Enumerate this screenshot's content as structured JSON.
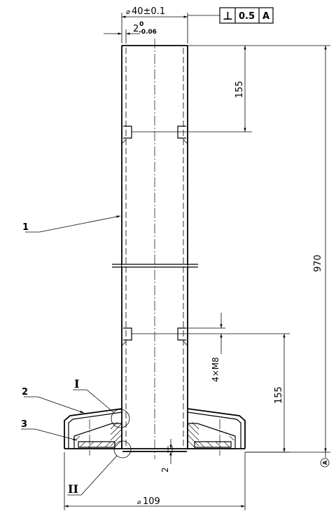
{
  "dimensions": {
    "tube_diameter": "40±0.1",
    "diameter_symbol": "⌀",
    "taper_base": "2",
    "taper_upper": "0",
    "taper_lower": "-0.06",
    "top_hole_offset": "155",
    "bottom_hole_offset": "155",
    "overall_height": "970",
    "hole_callout": "4×M8",
    "plate_thickness": "2",
    "base_diameter": "109"
  },
  "tolerance_frame": {
    "symbol": "⊥",
    "value": "0.5",
    "datum": "A"
  },
  "datum_marker": "A",
  "part_labels": [
    "1",
    "2",
    "3"
  ],
  "detail_labels": [
    "I",
    "II"
  ]
}
